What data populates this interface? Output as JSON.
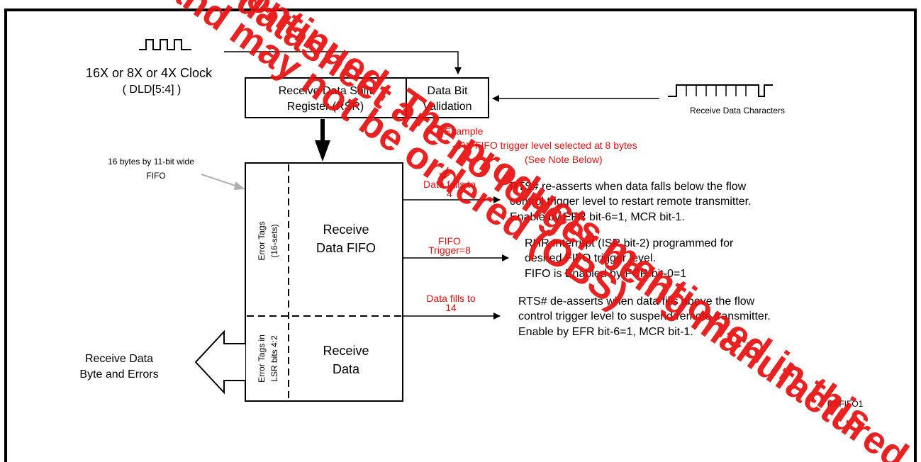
{
  "clock": {
    "label_line1": "16X or 8X or 4X Clock",
    "label_line2": "( DLD[5:4] )"
  },
  "rsr": {
    "label_line1": "Receive Data Shift",
    "label_line2": "Register (RSR)"
  },
  "validation": {
    "label_line1": "Data Bit",
    "label_line2": "Validation"
  },
  "receive_chars": {
    "label": "Receive Data Characters"
  },
  "example": {
    "line1": "Example",
    "line2": " - RX FIFO trigger level selected at 8  bytes",
    "line3": "(See Note Below)"
  },
  "fifo_note": {
    "line1": "16  bytes by 11-bit wide",
    "line2": "FIFO"
  },
  "fifo": {
    "error_tags_line1": "Error Tags",
    "error_tags_line2": "(16-sets)",
    "label_line1": "Receive",
    "label_line2": "Data FIFO",
    "lsr_tags_line1": "Error Tags in",
    "lsr_tags_line2": "LSR bits 4:2",
    "data_line1": "Receive",
    "data_line2": "Data"
  },
  "levels": [
    {
      "label_line1": "Data falls to",
      "label_line2": "4",
      "desc_line1": "RTS# re-asserts when data falls below the flow",
      "desc_line2": "control trigger level to restart remote transmitter.",
      "desc_line3": "Enable by EFR bit-6=1, MCR bit-1."
    },
    {
      "label_line1": "FIFO",
      "label_line2": "Trigger=8",
      "desc_line1": "RHR Interrupt (ISR bit-2) programmed for",
      "desc_line2": "desired FIFO trigger level.",
      "desc_line3": "FIFO is Enabled by FCR bit-0=1"
    },
    {
      "label_line1": "Data fills to",
      "label_line2": "14",
      "desc_line1": "RTS# de-asserts when data fills above the flow",
      "desc_line2": "control trigger level to suspend remote transmitter.",
      "desc_line3": "Enable by EFR bit-6=1, MCR bit-1."
    }
  ],
  "output": {
    "line1": "Receive Data",
    "line2": "Byte and Errors"
  },
  "figure_id": "RXFIFO1",
  "watermark": {
    "line1": "Discontinued. The products mentioned in this",
    "line2": "datasheet are no longer being manufactured",
    "line3": "and may not be ordered (OBS)"
  },
  "colors": {
    "annotation": "#e8100f",
    "ink": "#000000"
  }
}
